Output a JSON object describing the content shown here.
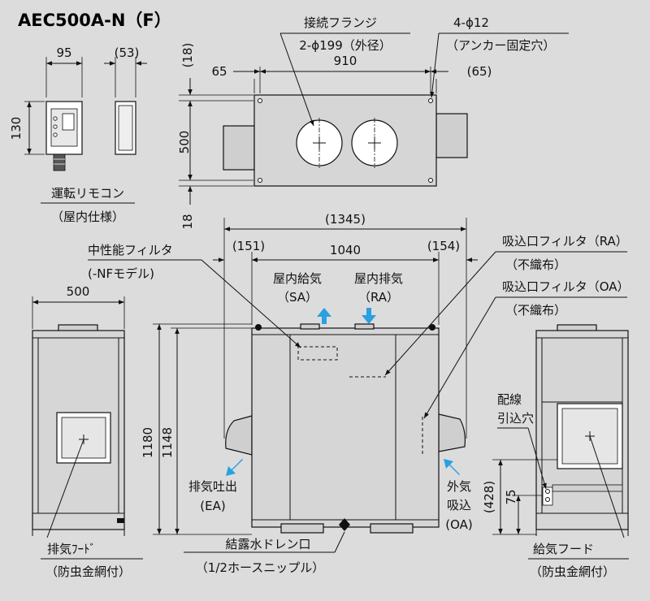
{
  "title": "AEC500A-N（F）",
  "colors": {
    "background": "#dcdcdc",
    "airflow_arrow": "#2aa0e0",
    "unit_body": "#d6d6d6"
  },
  "remote": {
    "dim_width": "95",
    "dim_depth": "(53)",
    "dim_height": "130",
    "label": "運転リモコン",
    "label_sub": "（屋内仕様）"
  },
  "top_view": {
    "flange_label": "接続フランジ",
    "flange_spec": "2-ϕ199（外径）",
    "anchor_label": "4-ϕ12",
    "anchor_sub": "（アンカー固定穴）",
    "dim_left": "65",
    "dim_span": "910",
    "dim_right": "(65)",
    "dim_top": "(18)",
    "dim_depth": "500",
    "dim_bottom": "18"
  },
  "front_view": {
    "dim_overall": "(1345)",
    "dim_left": "(151)",
    "dim_center": "1040",
    "dim_right": "(154)",
    "dim_height_total": "1180",
    "dim_height_body": "1148",
    "filter_mid": "中性能フィルタ",
    "filter_mid_sub": "(-NFモデル)",
    "sa_label": "屋内給気",
    "sa_code": "（SA）",
    "ra_label": "屋内排気",
    "ra_code": "（RA）",
    "ea_label": "排気吐出",
    "ea_code": "(EA)",
    "oa_label1": "外気",
    "oa_label2": "吸込",
    "oa_code": "(OA)",
    "drain_label": "結露水ドレン口",
    "drain_sub": "（1/2ホースニップル）"
  },
  "filters": {
    "ra_filter": "吸込口フィルタ（RA）",
    "ra_filter_sub": "（不織布）",
    "oa_filter": "吸込口フィルタ（OA）",
    "oa_filter_sub": "（不織布）"
  },
  "left_view": {
    "dim_depth": "500",
    "hood_label": "排気ﾌｰﾄﾞ",
    "hood_sub": "（防虫金網付）"
  },
  "right_view": {
    "wiring_label1": "配線",
    "wiring_label2": "引込穴",
    "dim_428": "(428)",
    "dim_75": "75",
    "hood_label": "給気フード",
    "hood_sub": "（防虫金網付）"
  }
}
